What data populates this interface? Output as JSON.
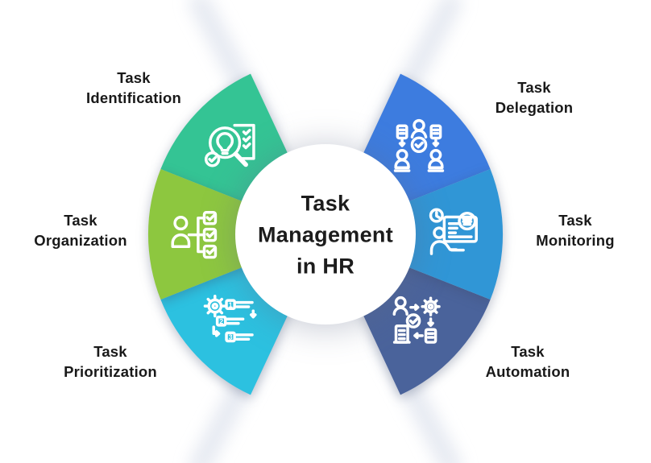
{
  "title": "Task\nManagement\nin HR",
  "segments": [
    {
      "label": "Task\nIdentification",
      "color": "#34C494",
      "icon": "bulb-magnifier-checklist-icon"
    },
    {
      "label": "Task\nOrganization",
      "color": "#8DC73F",
      "icon": "person-task-tree-icon"
    },
    {
      "label": "Task\nPrioritization",
      "color": "#2CC1E0",
      "icon": "gear-numbered-tasks-icon"
    },
    {
      "label": "Task\nDelegation",
      "color": "#3D7CDF",
      "icon": "team-delegation-check-icon"
    },
    {
      "label": "Task\nMonitoring",
      "color": "#3096D6",
      "icon": "person-monitoring-dashboard-icon"
    },
    {
      "label": "Task\nAutomation",
      "color": "#4A639B",
      "icon": "automation-workflow-icon"
    }
  ],
  "colors": {
    "background": "#FFFFFF",
    "text": "#191919",
    "icon_stroke": "#FFFFFF",
    "center_fill": "#FFFFFF",
    "shadow_ray": "#E3E7F0"
  }
}
